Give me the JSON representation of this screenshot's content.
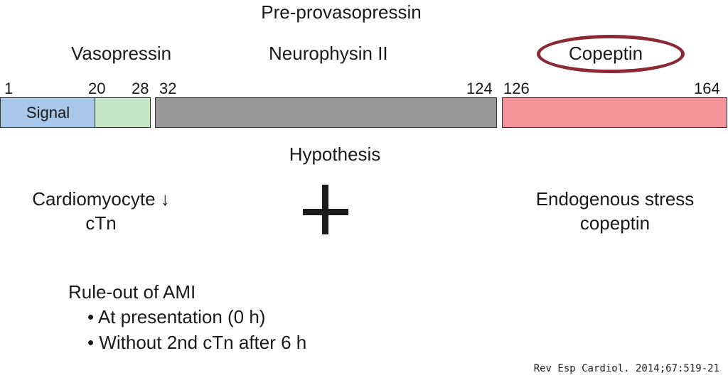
{
  "title": "Pre-provasopressin",
  "segments": {
    "vasopressin": "Vasopressin",
    "neurophysin": "Neurophysin II",
    "copeptin": "Copeptin"
  },
  "positions": [
    "1",
    "20",
    "28",
    "32",
    "124",
    "126",
    "164"
  ],
  "bar": {
    "signal_label": "Signal",
    "colors": {
      "signal": "#a9c8e9",
      "vasopressin": "#c6e4c6",
      "neurophysin": "#999999",
      "copeptin": "#f4939a",
      "highlight": "#8b2a35"
    }
  },
  "hypothesis": {
    "title": "Hypothesis",
    "left_line1": "Cardiomyocyte ↓",
    "left_line2": "cTn",
    "operator_icon": "plus-icon",
    "right_line1": "Endogenous stress",
    "right_line2": "copeptin"
  },
  "ruleout": {
    "title": "Rule-out of AMI",
    "bullets": [
      "• At presentation (0 h)",
      "• Without 2nd cTn after 6 h"
    ]
  },
  "citation": "Rev Esp Cardiol. 2014;67:519-21"
}
